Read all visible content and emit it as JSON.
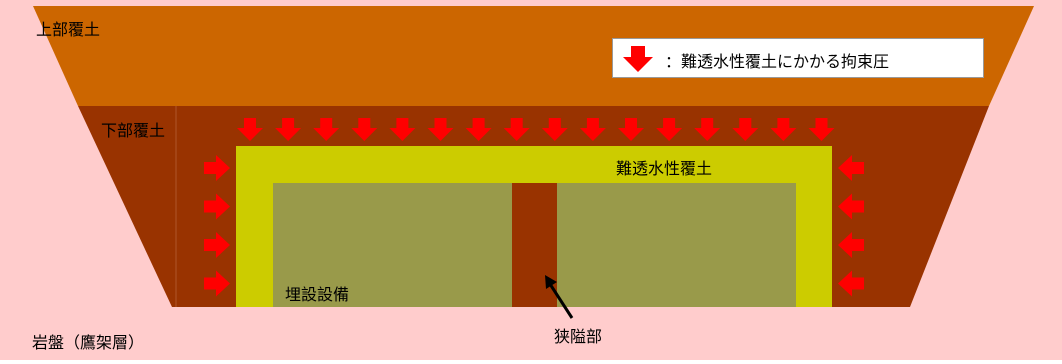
{
  "colors": {
    "bedrock": "#ffcccc",
    "upper_cover": "#cc6600",
    "lower_cover": "#993300",
    "impermeable_cover": "#cccc00",
    "buried_facility": "#999a4a",
    "pressure_arrow": "#ff0000",
    "border": "#999999"
  },
  "labels": {
    "upper_cover": "上部覆土",
    "lower_cover": "下部覆土",
    "impermeable_cover": "難透水性覆土",
    "buried_facility": "埋設設備",
    "narrow_gap": "狭隘部",
    "bedrock": "岩盤（鷹架層）"
  },
  "legend": {
    "icon": "down-arrow-icon",
    "text": "：難透水性覆土にかかる拘束圧"
  },
  "arrows": {
    "top_count": 16,
    "left_count": 4,
    "right_count": 4
  }
}
